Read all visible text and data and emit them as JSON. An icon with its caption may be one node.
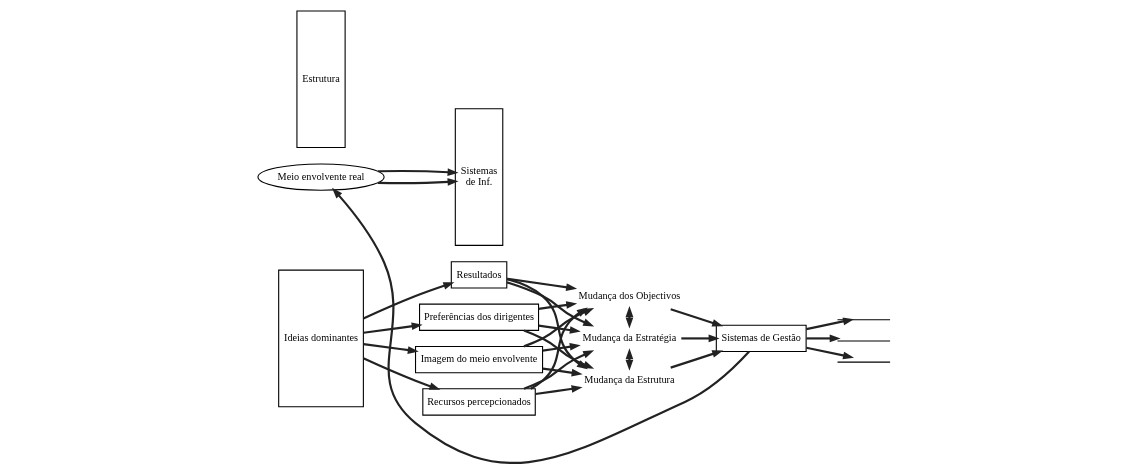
{
  "diagram": {
    "nodes": [
      {
        "text": [
          "Meio envolvente real"
        ]
      },
      {
        "text": [
          "Sistemas",
          "de Inf."
        ]
      },
      {
        "text": [
          "Estrutura"
        ]
      },
      {
        "text": [
          "Ideias dominantes"
        ]
      },
      {
        "text": [
          "Imagem do meio envolvente"
        ]
      },
      {
        "text": [
          "Recursos percepcionados"
        ]
      },
      {
        "text": [
          "Resultados"
        ]
      },
      {
        "text": [
          "Preferências dos dirigentes"
        ]
      },
      {
        "text": [
          "Mudança dos Objectivos"
        ]
      },
      {
        "text": [
          "Mudança da Estratégia"
        ]
      },
      {
        "text": [
          "Mudança da Estrutura"
        ]
      },
      {
        "text": [
          "Sistemas de Gestão"
        ]
      },
      {
        "text": [],
        "shape": "brace"
      },
      {
        "text": [],
        "shape": "brace"
      },
      {
        "text": [],
        "shape": "brace"
      }
    ],
    "edges": [
      {
        "from": 0,
        "to": 1,
        "arrow": "to"
      },
      {
        "from": 0,
        "to": 1,
        "arrow": "to"
      },
      {
        "from": 3,
        "to": 4,
        "arrow": "to"
      },
      {
        "from": 3,
        "to": 5,
        "arrow": "to"
      },
      {
        "from": 3,
        "to": 6,
        "arrow": "to"
      },
      {
        "from": 3,
        "to": 7,
        "arrow": "to"
      },
      {
        "from": 4,
        "to": 8,
        "arrow": "to"
      },
      {
        "from": 4,
        "to": 9,
        "arrow": "to"
      },
      {
        "from": 4,
        "to": 10,
        "arrow": "to"
      },
      {
        "from": 5,
        "to": 8,
        "arrow": "to"
      },
      {
        "from": 5,
        "to": 9,
        "arrow": "to"
      },
      {
        "from": 5,
        "to": 10,
        "arrow": "to"
      },
      {
        "from": 6,
        "to": 8,
        "arrow": "to"
      },
      {
        "from": 6,
        "to": 9,
        "arrow": "to"
      },
      {
        "from": 6,
        "to": 10,
        "arrow": "to"
      },
      {
        "from": 7,
        "to": 8,
        "arrow": "to"
      },
      {
        "from": 7,
        "to": 9,
        "arrow": "to"
      },
      {
        "from": 7,
        "to": 10,
        "arrow": "to"
      },
      {
        "from": 8,
        "to": 9,
        "arrow": "both"
      },
      {
        "from": 9,
        "to": 10,
        "arrow": "both"
      },
      {
        "from": 8,
        "to": 11,
        "arrow": "to"
      },
      {
        "from": 9,
        "to": 11,
        "arrow": "to"
      },
      {
        "from": 10,
        "to": 11,
        "arrow": "to"
      },
      {
        "from": 11,
        "to": 0,
        "arrow": "to"
      },
      {
        "from": 11,
        "to": 12,
        "arrow": "to"
      },
      {
        "from": 11,
        "to": 13,
        "arrow": "to"
      },
      {
        "from": 11,
        "to": 14,
        "arrow": "to"
      }
    ]
  }
}
